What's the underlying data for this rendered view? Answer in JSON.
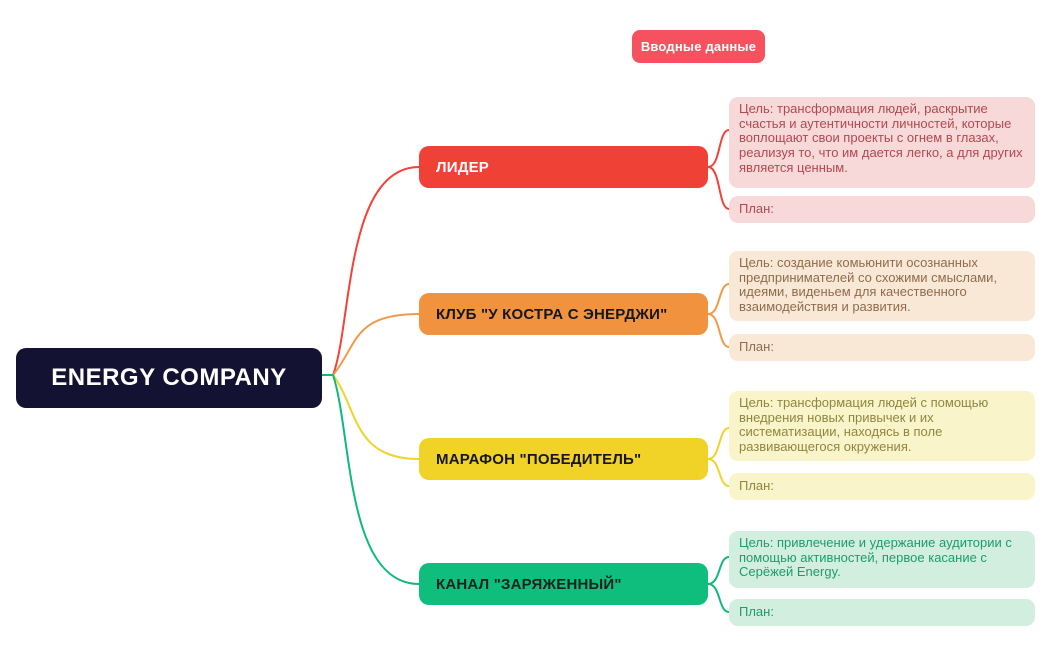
{
  "badge": {
    "label": "Вводные данные"
  },
  "root": {
    "label": "ENERGY COMPANY"
  },
  "colors": {
    "background": "#FFFFFF",
    "badge_bg": "#F5515F",
    "badge_text": "#FFFFFF",
    "root_bg": "#141233",
    "root_text": "#FFFFFF"
  },
  "branches": [
    {
      "label": "ЛИДЕР",
      "goal": "Цель: трансформация людей, раскрытие счастья и аутентичности личностей, которые воплощают свои проекты с огнем в глазах, реализуя то, что им дается легко, а для других является ценным.",
      "plan": "План:",
      "colors": {
        "node_bg": "#F04137",
        "node_text": "#FFFFFF",
        "child_bg": "#F8D9DA",
        "child_text": "#B2494E",
        "line": "#F0433A"
      }
    },
    {
      "label": "КЛУБ \"У КОСТРА С ЭНЕРДЖИ\"",
      "goal": "Цель: создание комьюнити осознанных предпринимателей со схожими смыслами, идеями, виденьем для качественного взаимодействия и развития.",
      "plan": "План:",
      "colors": {
        "node_bg": "#F0923E",
        "node_text": "#15171B",
        "child_bg": "#FAE8D7",
        "child_text": "#8E6C4C",
        "line": "#F09A4A"
      }
    },
    {
      "label": "МАРАФОН \"ПОБЕДИТЕЛЬ\"",
      "goal": "Цель: трансформация людей с помощью внедрения новых привычек и их систематизации, находясь в поле развивающегося окружения.",
      "plan": "План:",
      "colors": {
        "node_bg": "#F0D326",
        "node_text": "#15171B",
        "child_bg": "#FAF4CA",
        "child_text": "#8F8640",
        "line": "#F0D32B"
      }
    },
    {
      "label": "КАНАЛ \"ЗАРЯЖЕННЫЙ\"",
      "goal": "Цель: привлечение и удержание аудитории с помощью активностей, первое касание с Серёжей Energy.",
      "plan": "План:",
      "colors": {
        "node_bg": "#0FBE7C",
        "node_text": "#15231C",
        "child_bg": "#D2EEDF",
        "child_text": "#1D9C6C",
        "line": "#10B97B"
      }
    }
  ]
}
